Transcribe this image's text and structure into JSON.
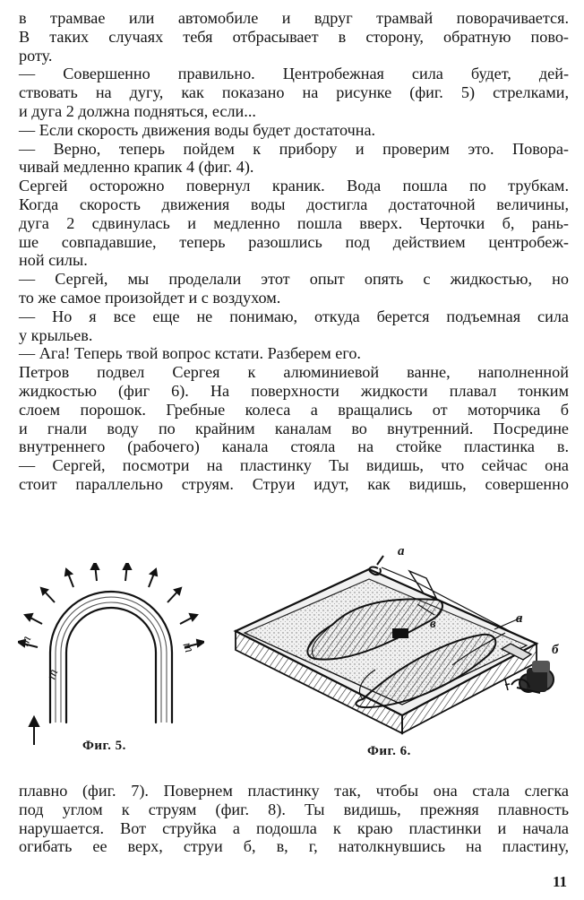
{
  "page": {
    "top_lines": [
      "в трамвае или автомобиле и вдруг трамвай поворачивается.",
      "В таких случаях тебя отбрасывает в сторону, обратную пово-",
      "роту.",
      "— Совершенно правильно. Центробежная сила будет, дей-",
      "ствовать на дугу, как показано на рисунке (фиг. 5) стрелками,",
      "и дуга 2 должна подняться, если...",
      "— Если скорость движения воды будет достаточна.",
      "— Верно, теперь пойдем к прибору и проверим это. Повора-",
      "чивай медленно крапик 4 (фиг. 4).",
      "Сергей осторожно повернул краник. Вода пошла по трубкам.",
      "Когда скорость движения воды достигла достаточной величины,",
      "дуга 2 сдвинулась и медленно пошла вверх. Черточки б, рань-",
      "ше совпадавшие, теперь разошлись под действием центробеж-",
      "ной силы.",
      "— Сергей, мы проделали этот опыт опять с жидкостью, но",
      "то же самое произойдет и с воздухом.",
      "— Но я все еще не понимаю, откуда берется подъемная сила",
      "у крыльев.",
      "— Ага! Теперь твой вопрос кстати. Разберем его.",
      "Петров подвел Сергея к алюминиевой ванне, наполненной",
      "жидкостью (фиг 6). На поверхности жидкости плавал тонким",
      "слоем порошок. Гребные колеса а вращались от моторчика б",
      "и гнали воду по крайним каналам во внутренний. Посредине",
      "внутреннего (рабочего) канала стояла на стойке пластинка в.",
      "— Сергей, посмотри на пластинку Ты видишь, что сейчас она",
      "стоит параллельно струям. Струи идут, как видишь, совершенно"
    ],
    "bottom_lines": [
      "плавно (фиг. 7). Повернем пластинку так, чтобы она стала слегка",
      "под углом к струям (фиг. 8). Ты видишь, прежняя плавность",
      "нарушается. Вот струйка а подошла к краю пластинки и начала",
      "огибать ее верх, струи б, в, г, натолкнувшись на пластину,"
    ],
    "page_number": "11"
  },
  "figures": {
    "fig5": {
      "caption": "Фиг. 5.",
      "labels": [
        "т",
        "т",
        "т"
      ]
    },
    "fig6": {
      "caption": "Фиг. 6.",
      "labels": [
        "а",
        "в",
        "а",
        "б"
      ]
    }
  }
}
